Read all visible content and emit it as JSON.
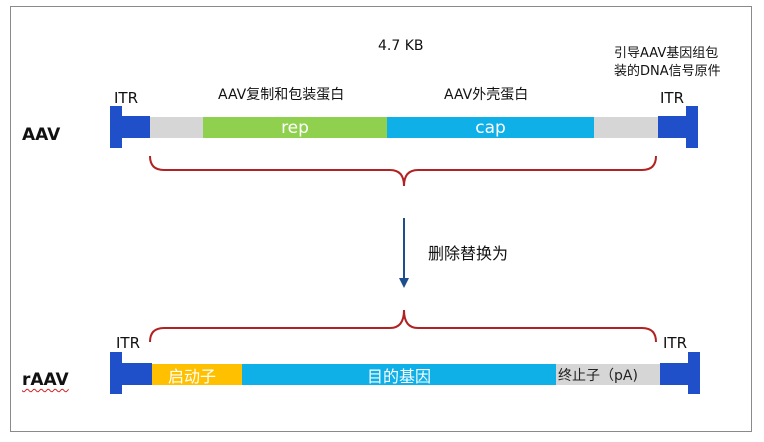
{
  "length_label": "4.7 KB",
  "aav": {
    "row_label": "AAV",
    "itr_left": "ITR",
    "itr_right": "ITR",
    "rep_caption": "AAV复制和包装蛋白",
    "cap_caption": "AAV外壳蛋白",
    "packaging_note_line1": "引导AAV基因组包",
    "packaging_note_line2": "装的DNA信号原件",
    "rep_label": "rep",
    "cap_label": "cap",
    "colors": {
      "itr": "#1f4fc9",
      "spacer": "#d6d6d6",
      "rep": "#8fd14f",
      "cap": "#0fb0e8"
    }
  },
  "arrow_label": "删除替换为",
  "raav": {
    "row_label": "rAAV",
    "itr_left": "ITR",
    "itr_right": "ITR",
    "promoter_label": "启动子",
    "gene_label": "目的基因",
    "terminator_label": "终止子（pA)",
    "colors": {
      "itr": "#1f4fc9",
      "promoter": "#ffc000",
      "gene": "#0fb0e8",
      "terminator": "#d6d6d6"
    }
  },
  "brace_color": "#b22222",
  "arrow_color": "#1f4e8c"
}
